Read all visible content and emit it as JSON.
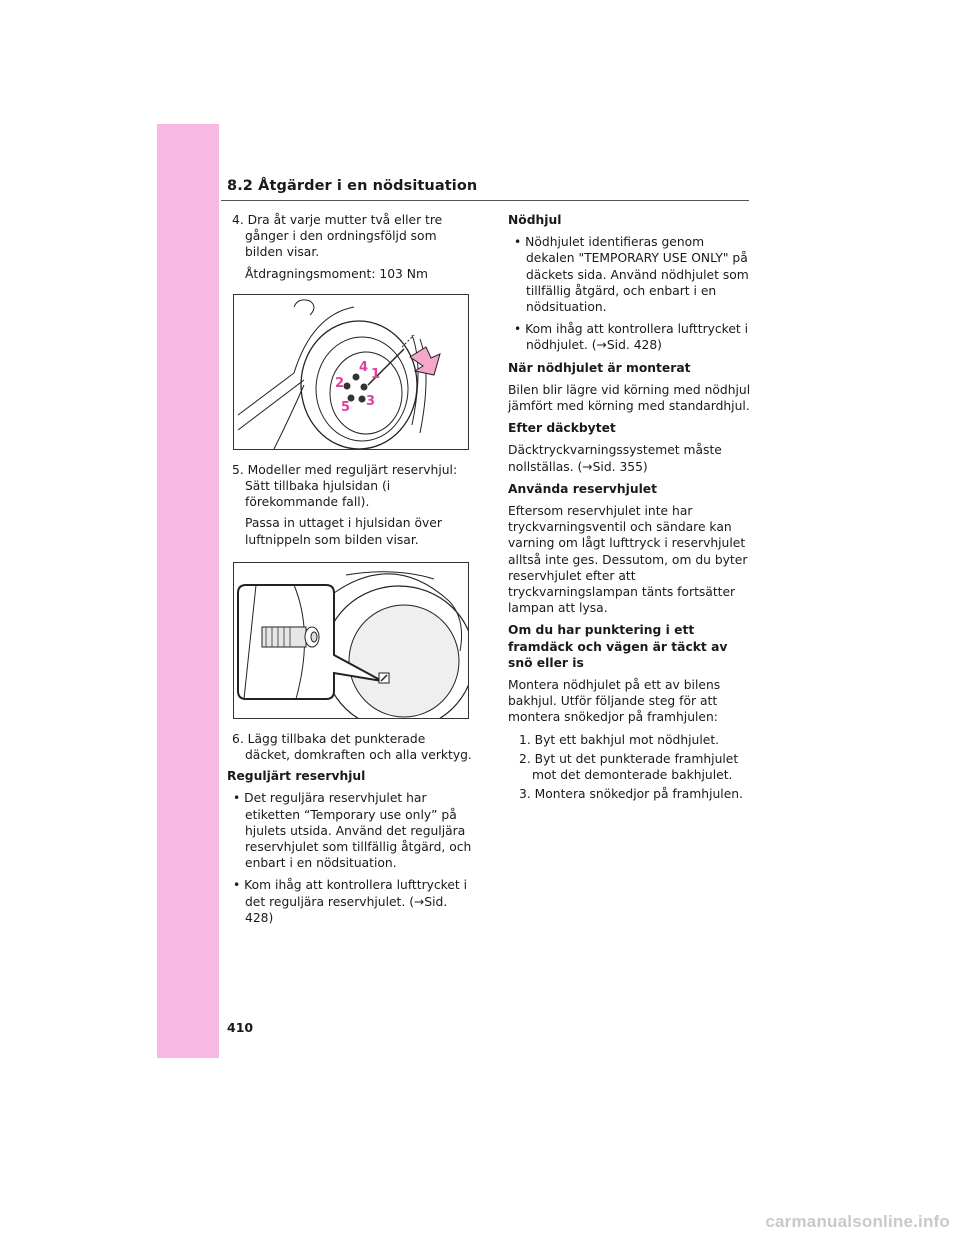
{
  "header": {
    "section_title": "8.2  Åtgärder i en nödsituation"
  },
  "left": {
    "step4": "4. Dra åt varje mutter två eller tre gånger i den ordningsföljd som bilden visar.",
    "step4_torque": "Åtdragningsmoment: 103 Nm",
    "figure1_numbers": [
      "1",
      "2",
      "3",
      "4",
      "5"
    ],
    "step5": "5. Modeller med reguljärt reservhjul: Sätt tillbaka hjulsidan (i förekommande fall).",
    "step5_note": "Passa in uttaget i hjulsidan över luftnippeln som bilden visar.",
    "step6": "6. Lägg tillbaka det punkterade däcket, domkraften och alla verktyg.",
    "heading_regular": "Reguljärt reservhjul",
    "bullet1": "Det reguljära reservhjulet har etiketten “Temporary use only” på hjulets utsida. Använd det reguljära reservhjulet som tillfällig åtgärd, och enbart i en nödsituation.",
    "bullet2": "Kom ihåg att kontrollera lufttrycket i det reguljära reservhjulet. (→Sid. 428)"
  },
  "right": {
    "heading_spare": "Nödhjul",
    "bullet1": "Nödhjulet identifieras genom dekalen \"TEMPORARY USE ONLY\" på däckets sida. Använd nödhjulet som tillfällig åtgärd, och enbart i en nödsituation.",
    "bullet2": "Kom ihåg att kontrollera lufttrycket i nödhjulet. (→Sid. 428)",
    "heading_mounted": "När nödhjulet är monterat",
    "mounted_text": "Bilen blir lägre vid körning med nödhjul jämfört med körning med standardhjul.",
    "heading_after": "Efter däckbytet",
    "after_text": "Däcktryckvarningssystemet måste nollställas. (→Sid. 355)",
    "heading_using": "Använda reservhjulet",
    "using_text": "Eftersom reservhjulet inte har tryckvarningsventil och sändare kan varning om lågt lufttryck i reservhjulet alltså inte ges. Dessutom, om du byter reservhjulet efter att tryckvarningslampan tänts fortsätter lampan att lysa.",
    "heading_snow": "Om du har punktering i ett framdäck och vägen är täckt av snö eller is",
    "snow_text": "Montera nödhjulet på ett av bilens bakhjul. Utför följande steg för att montera snökedjor på framhjulen:",
    "snow_steps": [
      "1. Byt ett bakhjul mot nödhjulet.",
      "2. Byt ut det punkterade framhjulet mot det demonterade bakhjulet.",
      "3. Montera snökedjor på framhjulen."
    ]
  },
  "footer": {
    "page_number": "410"
  },
  "watermark": "carmanualsonline.info",
  "colors": {
    "sidebar": "#f7b9e4",
    "figure_numbers": "#e0409a",
    "arrow": "#f6a6c8"
  }
}
